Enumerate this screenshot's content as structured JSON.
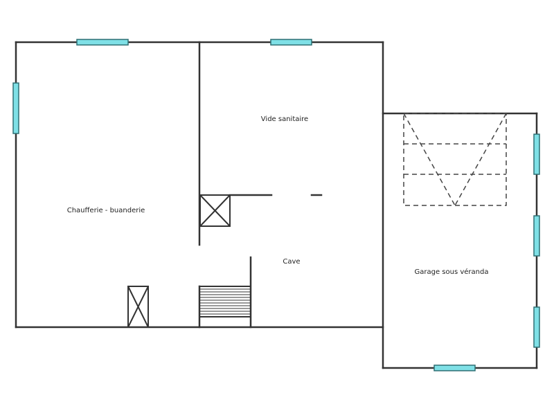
{
  "colors": {
    "wall": "#333333",
    "window_fill": "#7fe0e6",
    "window_stroke": "#2f6f73",
    "dashed": "#444444"
  },
  "rooms": {
    "chaufferie": {
      "label": "Chaufferie - buanderie"
    },
    "vide_sanitaire": {
      "label": "Vide sanitaire"
    },
    "cave": {
      "label": "Cave"
    },
    "garage": {
      "label": "Garage sous véranda"
    }
  }
}
